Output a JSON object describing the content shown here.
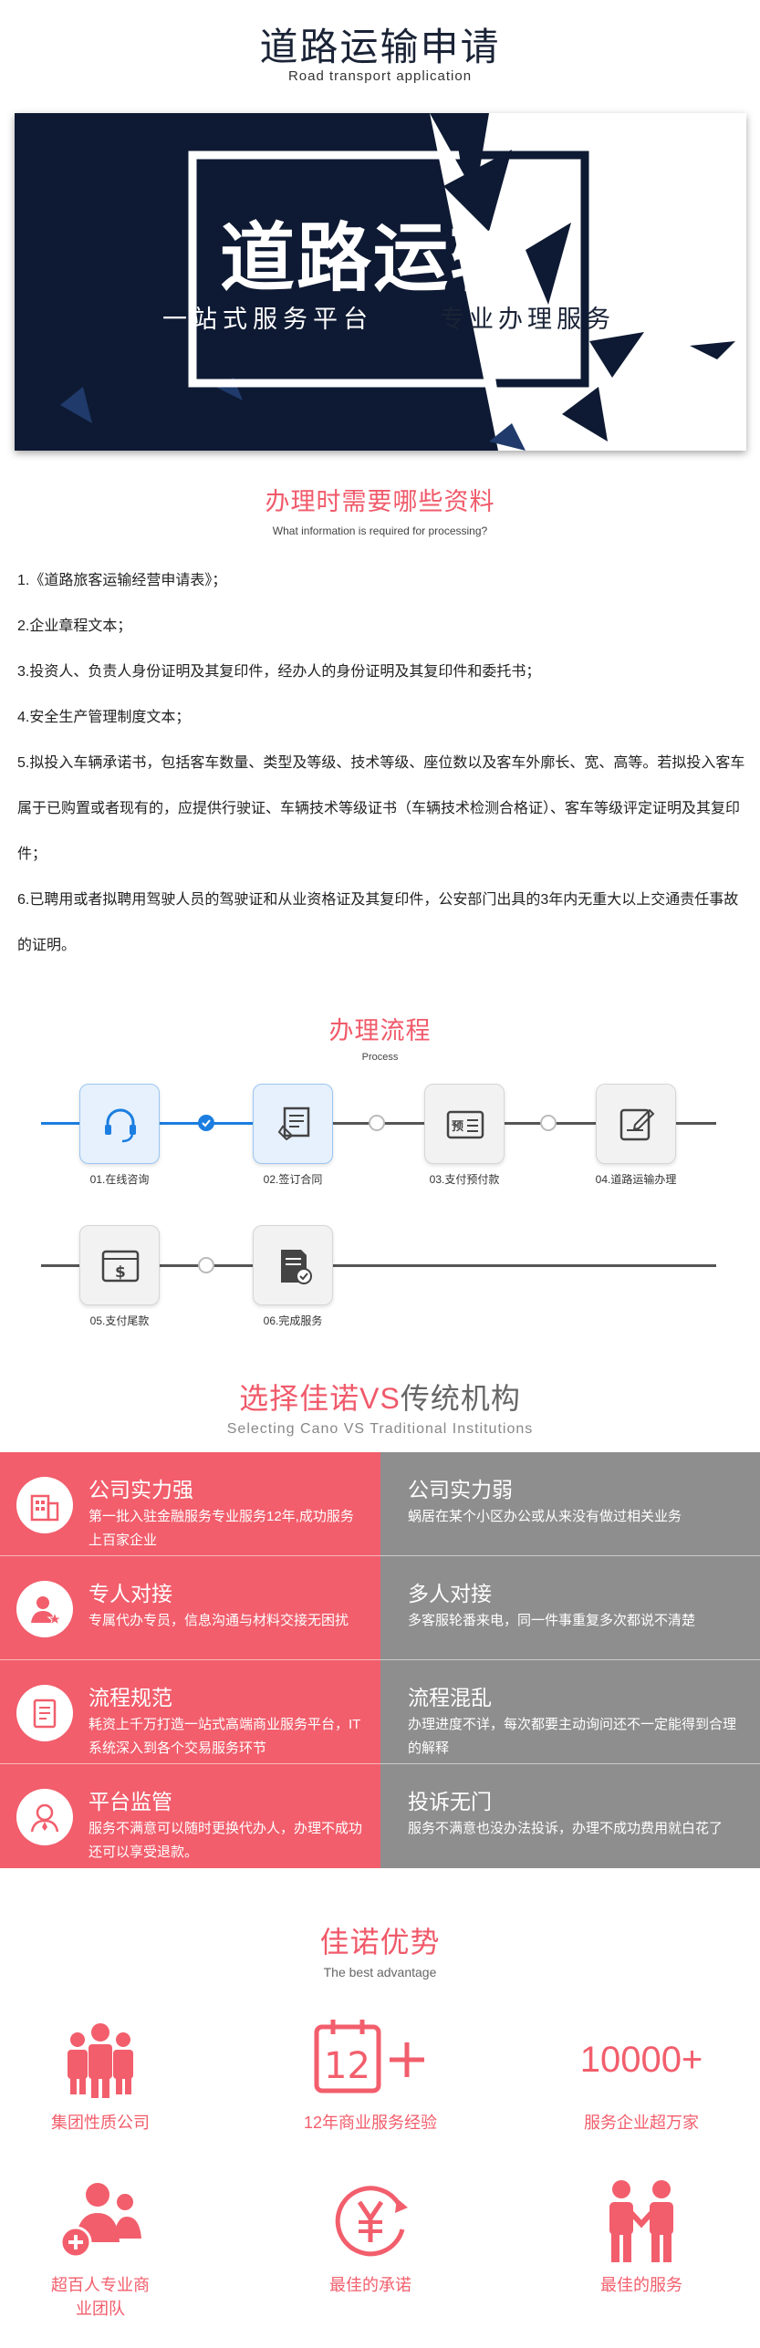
{
  "header": {
    "title": "道路运输申请",
    "subtitle": "Road transport application"
  },
  "banner": {
    "headline": "道路运输",
    "tagline_left": "一站式服务平台",
    "tagline_right": "专业办理服务"
  },
  "materials": {
    "title": "办理时需要哪些资料",
    "subtitle": "What information is required for processing?",
    "items": [
      "1.《道路旅客运输经营申请表》；",
      "2.企业章程文本；",
      "3.投资人、负责人身份证明及其复印件，经办人的身份证明及其复印件和委托书；",
      "4.安全生产管理制度文本；",
      "5.拟投入车辆承诺书，包括客车数量、类型及等级、技术等级、座位数以及客车外廓长、宽、高等。若拟投入客车属于已购置或者现有的，应提供行驶证、车辆技术等级证书（车辆技术检测合格证）、客车等级评定证明及其复印件；",
      "6.已聘用或者拟聘用驾驶人员的驾驶证和从业资格证及其复印件，公安部门出具的3年内无重大以上交通责任事故的证明。"
    ]
  },
  "process": {
    "title": "办理流程",
    "subtitle": "Process",
    "steps": [
      {
        "label": "01.在线咨询",
        "icon": "headset-icon"
      },
      {
        "label": "02.签订合同",
        "icon": "contract-sign-icon"
      },
      {
        "label": "03.支付预付款",
        "icon": "prepayment-icon"
      },
      {
        "label": "04.道路运输办理",
        "icon": "edit-form-icon"
      },
      {
        "label": "05.支付尾款",
        "icon": "payment-icon"
      },
      {
        "label": "06.完成服务",
        "icon": "document-check-icon"
      }
    ]
  },
  "compare": {
    "title_brand": "选择佳诺",
    "title_vs": "VS",
    "title_rest": "传统机构",
    "subtitle": "Selecting Cano VS Traditional Institutions",
    "rows": [
      {
        "icon": "building-icon",
        "left_title": "公司实力强",
        "left_text": "第一批入驻金融服务专业服务12年,成功服务上百家企业",
        "right_title": "公司实力弱",
        "right_text": "蜗居在某个小区办公或从来没有做过相关业务"
      },
      {
        "icon": "person-star-icon",
        "left_title": "专人对接",
        "left_text": "专属代办专员，信息沟通与材料交接无困扰",
        "right_title": "多人对接",
        "right_text": "多客服轮番来电，同一件事重复多次都说不清楚"
      },
      {
        "icon": "checklist-icon",
        "left_title": "流程规范",
        "left_text": "耗资上千万打造一站式高端商业服务平台，IT系统深入到各个交易服务环节",
        "right_title": "流程混乱",
        "right_text": "办理进度不详，每次都要主动询问还不一定能得到合理的解释"
      },
      {
        "icon": "supervisor-icon",
        "left_title": "平台监管",
        "left_text": "服务不满意可以随时更换代办人，办理不成功还可以享受退款。",
        "right_title": "投诉无门",
        "right_text": "服务不满意也没办法投诉，办理不成功费用就白花了"
      }
    ]
  },
  "advantages": {
    "title": "佳诺优势",
    "subtitle": "The best advantage",
    "items": [
      {
        "label": "集团性质公司",
        "icon": "group-people-icon"
      },
      {
        "label": "12年商业服务经验",
        "icon": "calendar-12-icon",
        "icon_text": "12"
      },
      {
        "label": "服务企业超万家",
        "big_text": "10000+"
      },
      {
        "label": "超百人专业商业团队",
        "icon": "team-plus-icon"
      },
      {
        "label": "最佳的承诺",
        "icon": "yuan-coin-icon"
      },
      {
        "label": "最佳的服务",
        "icon": "handshake-people-icon"
      }
    ]
  },
  "colors": {
    "accent": "#f25e6c",
    "navy": "#0e1a33",
    "gray": "#8e8e8e",
    "blue": "#1c7ee0"
  }
}
